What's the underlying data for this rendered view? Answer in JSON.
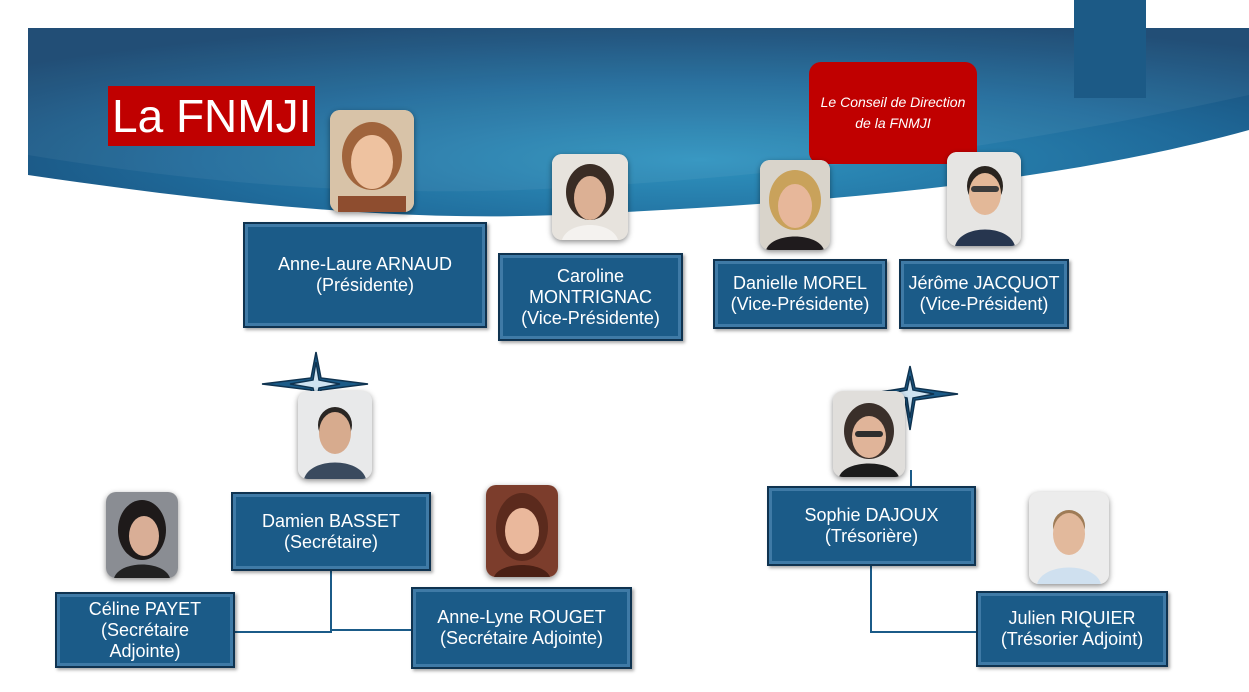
{
  "title": "La FNMJI",
  "callout": "Le Conseil de Direction de la FNMJI",
  "colors": {
    "banner": "#1b5b88",
    "accent": "#c00000",
    "box": "#1b5b88",
    "line": "#1b5b88"
  },
  "members": {
    "arnaud": {
      "name": "Anne-Laure ARNAUD",
      "role": "(Présidente)"
    },
    "montrignac": {
      "name": "Caroline MONTRIGNAC",
      "role": "(Vice-Présidente)"
    },
    "morel": {
      "name": "Danielle MOREL",
      "role": "(Vice-Présidente)"
    },
    "jacquot": {
      "name": "Jérôme JACQUOT",
      "role": "(Vice-Président)"
    },
    "basset": {
      "name": "Damien BASSET",
      "role": "(Secrétaire)"
    },
    "payet": {
      "name": "Céline PAYET",
      "role": "(Secrétaire Adjointe)"
    },
    "rouget": {
      "name": "Anne-Lyne ROUGET",
      "role": "(Secrétaire Adjointe)"
    },
    "dajoux": {
      "name": "Sophie DAJOUX",
      "role": "(Trésorière)"
    },
    "riquier": {
      "name": "Julien RIQUIER",
      "role": "(Trésorier Adjoint)"
    }
  }
}
